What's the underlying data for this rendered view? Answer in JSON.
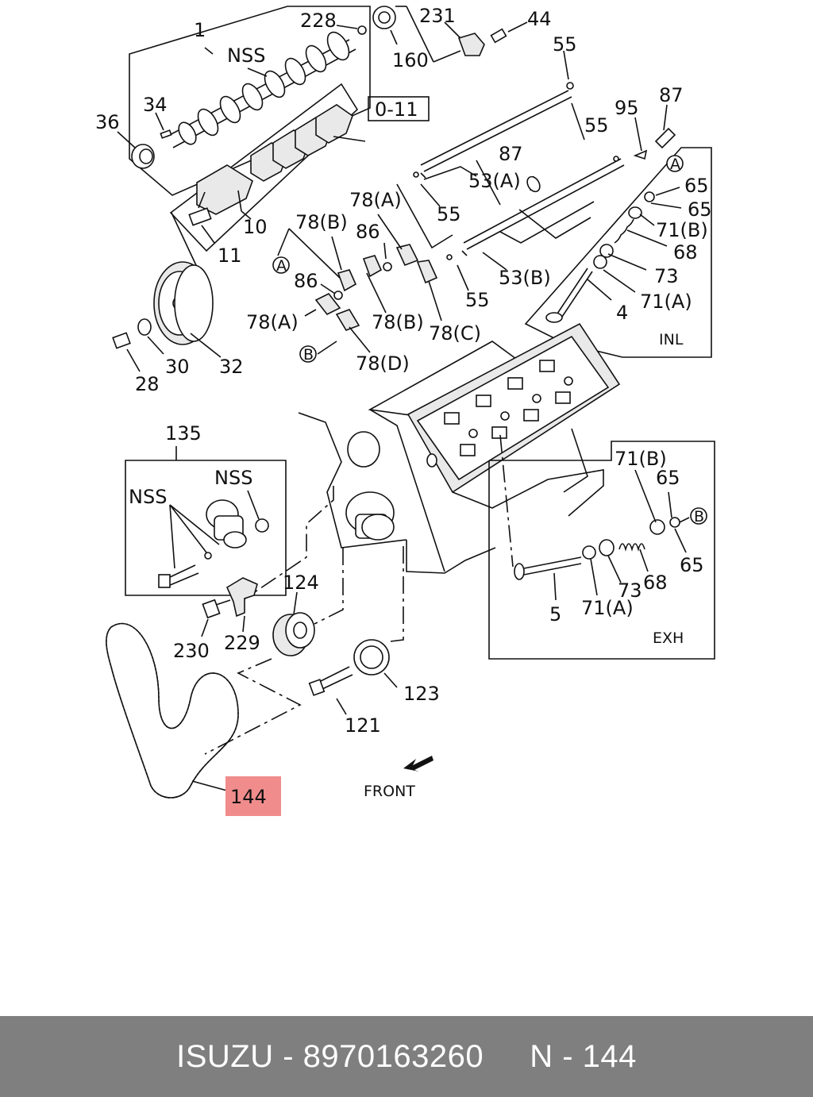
{
  "labels": {
    "l1": "1",
    "l228": "228",
    "l231": "231",
    "l44": "44",
    "l160": "160",
    "l55a": "55",
    "lNSS1": "NSS",
    "l011": "0-11",
    "l34": "34",
    "l36": "36",
    "l95": "95",
    "l87a": "87",
    "l55b": "55",
    "l87b": "87",
    "l53a": "53(A)",
    "lA1": "A",
    "l65a": "65",
    "l65b": "65",
    "l78a1": "78(A)",
    "l55c": "55",
    "l10": "10",
    "l78b1": "78(B)",
    "l86a": "86",
    "l71b1": "71(B)",
    "l68a": "68",
    "l11": "11",
    "lA2": "A",
    "l53b": "53(B)",
    "l73a": "73",
    "l86b": "86",
    "l55d": "55",
    "l71a1": "71(A)",
    "l4": "4",
    "l78a2": "78(A)",
    "l78b2": "78(B)",
    "l78c": "78(C)",
    "lB1": "B",
    "l78d": "78(D)",
    "lINL": "INL",
    "l28": "28",
    "l30": "30",
    "l32": "32",
    "l135": "135",
    "lNSS2": "NSS",
    "lNSS3": "NSS",
    "l71b2": "71(B)",
    "l65c": "65",
    "lB2": "B",
    "l65d": "65",
    "l124": "124",
    "l68b": "68",
    "l73b": "73",
    "l230": "230",
    "l229": "229",
    "l5": "5",
    "l71a2": "71(A)",
    "lEXH": "EXH",
    "l123": "123",
    "l121": "121",
    "l144": "144",
    "lFRONT": "FRONT"
  },
  "colors": {
    "highlight": "#f08c8c",
    "footer_bg": "#7f7f7f",
    "footer_text": "#ffffff"
  },
  "footer": {
    "brand": "ISUZU",
    "sep": " - ",
    "part_number": "8970163260",
    "ref": "N - 144"
  }
}
